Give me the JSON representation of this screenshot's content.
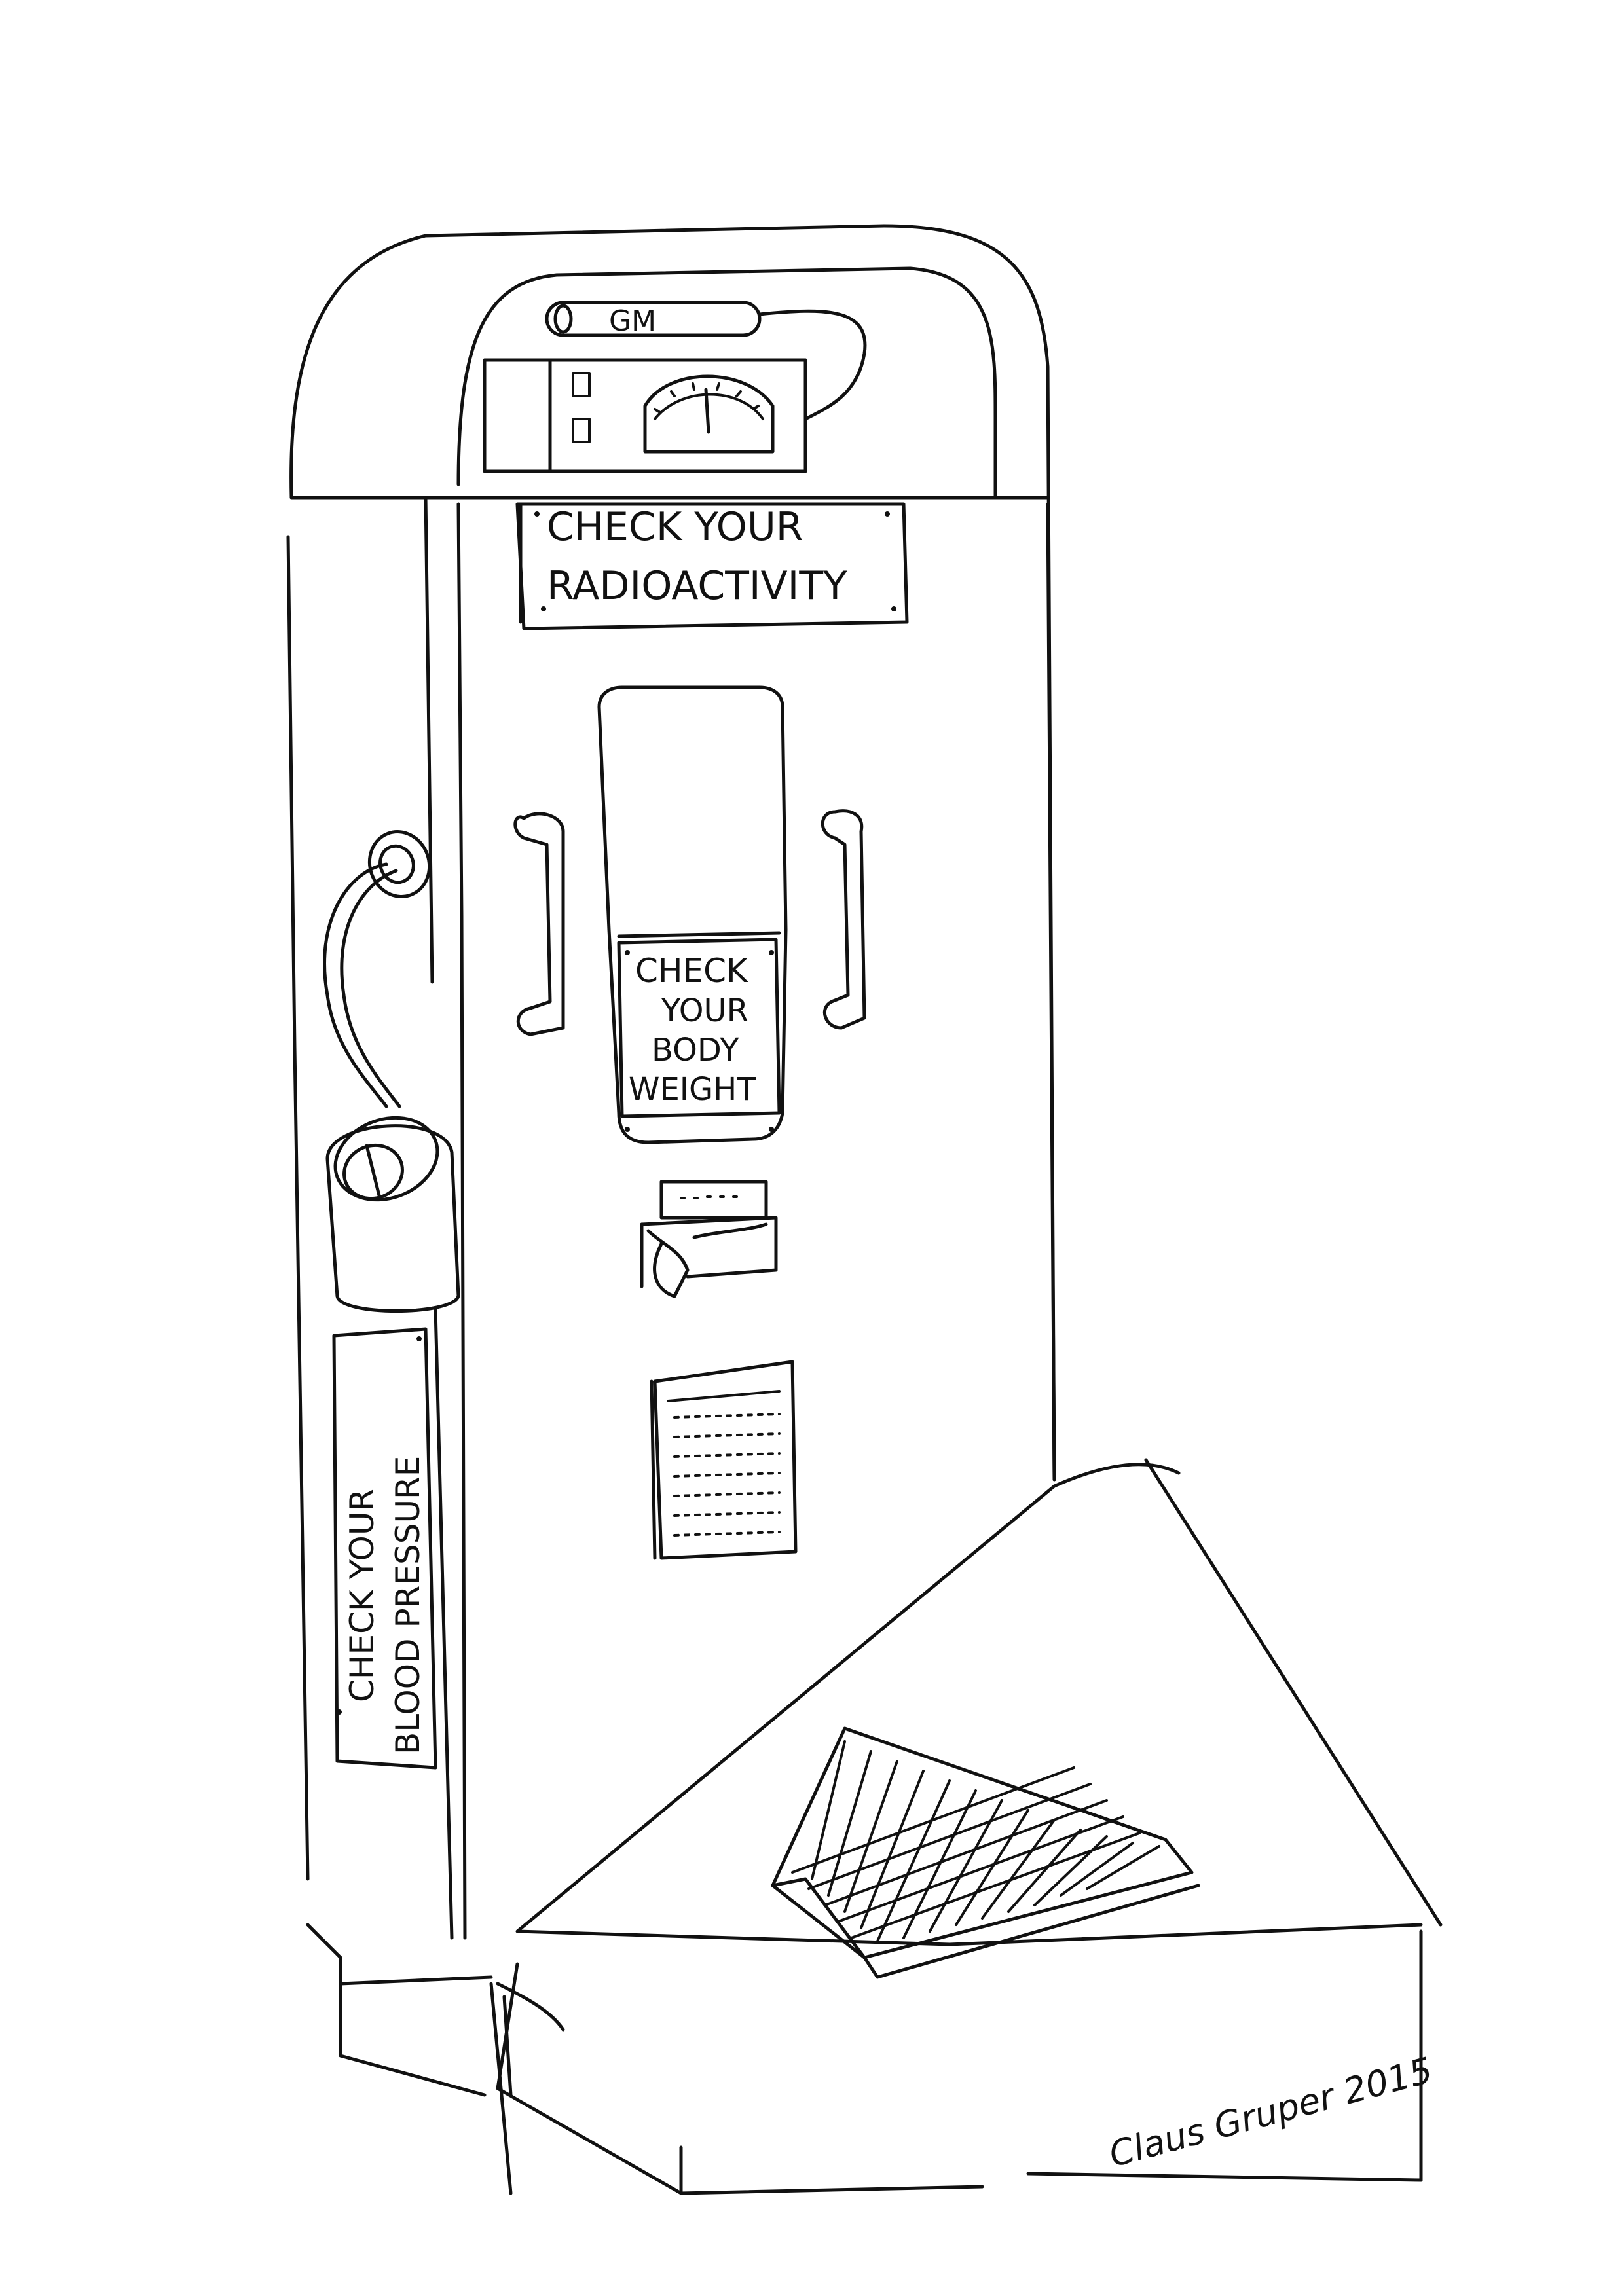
{
  "machine": {
    "sign_radioactivity": {
      "line1": "CHECK YOUR",
      "line2": "RADIOACTIVITY"
    },
    "sign_body_weight": {
      "line1": "CHECK",
      "line2": "YOUR",
      "line3": "BODY",
      "line4": "WEIGHT"
    },
    "sign_blood_pressure": {
      "line1": "CHECK YOUR",
      "line2": "BLOOD PRESSURE"
    },
    "geiger_tube_label": "GM"
  },
  "signature": "Claus Gruper 2015",
  "colors": {
    "ink": "#111111",
    "paper": "#ffffff"
  }
}
